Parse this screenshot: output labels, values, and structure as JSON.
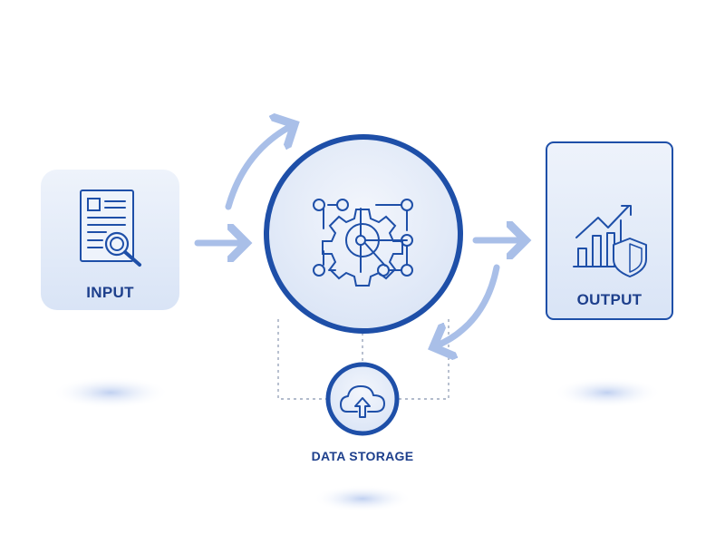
{
  "nodes": {
    "input": {
      "label": "INPUT",
      "icon": "document-search-icon"
    },
    "process": {
      "icon": "gear-network-icon"
    },
    "output": {
      "label": "OUTPUT",
      "icon": "chart-shield-icon"
    },
    "storage": {
      "label": "DATA STORAGE",
      "icon": "cloud-upload-icon"
    }
  },
  "colors": {
    "primary": "#1e4fa8",
    "accent_light": "#a9bfe8",
    "box_fill": "#e3ebf8"
  }
}
